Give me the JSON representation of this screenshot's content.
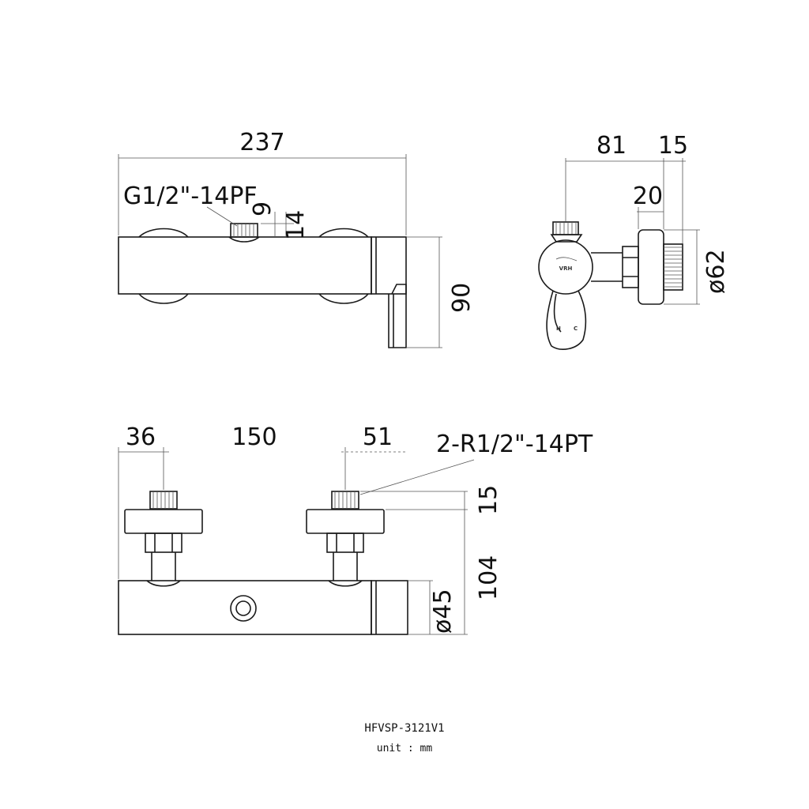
{
  "dimensions": {
    "top_length": "237",
    "inlet_thread": "G1/2\"-14PF",
    "thread_height": "9",
    "thread_plus": "14",
    "height": "90",
    "side_81": "81",
    "side_15": "15",
    "side_20": "20",
    "flange_diameter": "ø62",
    "offset_36": "36",
    "spacing_150": "150",
    "offset_51": "51",
    "outlet_thread": "2-R1/2\"-14PT",
    "nipple_15": "15",
    "depth_104": "104",
    "body_diameter": "ø45"
  },
  "logo": {
    "brand": "VRH"
  },
  "handle": {
    "hot": "H",
    "cold": "C"
  },
  "footer": {
    "model": "HFVSP-3121V1",
    "unit": "unit : mm"
  }
}
